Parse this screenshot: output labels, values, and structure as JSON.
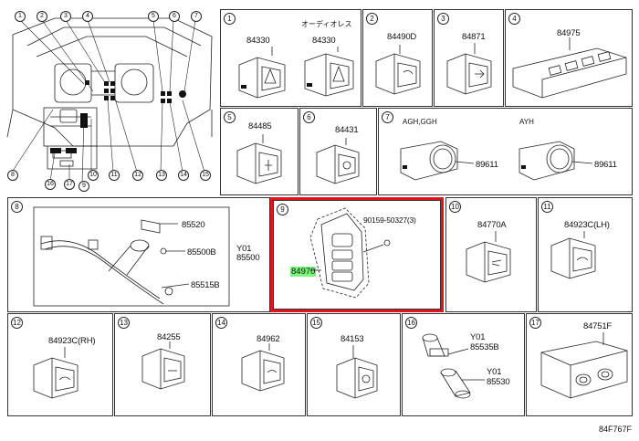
{
  "diagram": {
    "overview": {
      "callouts_top": [
        "1",
        "2",
        "3",
        "4",
        "5",
        "6",
        "7"
      ],
      "callouts_bottom": [
        "8",
        "16",
        "17",
        "9",
        "10",
        "11",
        "12",
        "13",
        "14",
        "15"
      ]
    },
    "panels": [
      {
        "num": "1",
        "labels": [
          "84330",
          "84330"
        ],
        "note": "オーディオレス"
      },
      {
        "num": "2",
        "labels": [
          "84490D"
        ]
      },
      {
        "num": "3",
        "labels": [
          "84871"
        ]
      },
      {
        "num": "4",
        "labels": [
          "84975"
        ]
      },
      {
        "num": "5",
        "labels": [
          "84485"
        ]
      },
      {
        "num": "6",
        "labels": [
          "84431"
        ]
      },
      {
        "num": "7",
        "labels": [
          "89611",
          "89611"
        ],
        "notes": [
          "AGH,GGH",
          "AYH"
        ]
      },
      {
        "num": "8",
        "labels": [
          "85520",
          "85500B",
          "Y01",
          "85500",
          "85515B"
        ]
      },
      {
        "num": "9",
        "labels": [
          "90159-50327(3)",
          "84970"
        ]
      },
      {
        "num": "10",
        "labels": [
          "84770A"
        ]
      },
      {
        "num": "11",
        "labels": [
          "84923C(LH)"
        ]
      },
      {
        "num": "12",
        "labels": [
          "84923C(RH)"
        ]
      },
      {
        "num": "13",
        "labels": [
          "84255"
        ]
      },
      {
        "num": "14",
        "labels": [
          "84962"
        ]
      },
      {
        "num": "15",
        "labels": [
          "84153"
        ]
      },
      {
        "num": "16",
        "labels": [
          "Y01",
          "85535B",
          "Y01",
          "85530"
        ]
      },
      {
        "num": "17",
        "labels": [
          "84751F"
        ]
      }
    ],
    "highlight": {
      "part": "84970",
      "color": "#7df57d",
      "box_color": "#e2141b"
    },
    "code": "84F767F"
  }
}
